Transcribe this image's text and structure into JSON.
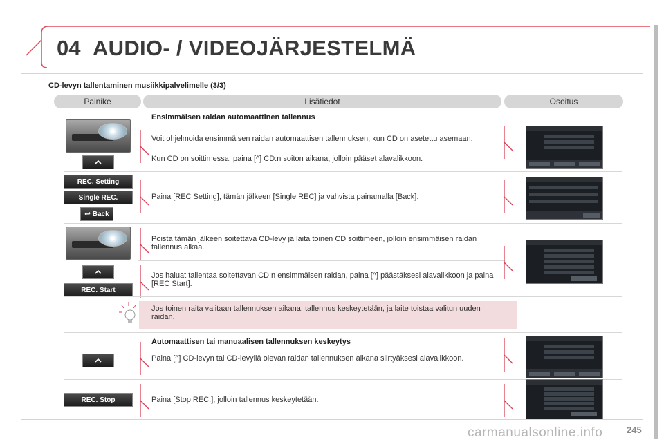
{
  "header": {
    "chapter_number": "04",
    "chapter_title": "AUDIO- / VIDEOJÄRJESTELMÄ",
    "subtitle": "CD-levyn tallentaminen musiikkipalvelimelle (3/3)"
  },
  "columns": {
    "col1": "Painike",
    "col2": "Lisätiedot",
    "col3": "Osoitus"
  },
  "rows": [
    {
      "section_title": "Ensimmäisen raidan automaattinen tallennus",
      "paragraphs": [
        "Voit ohjelmoida ensimmäisen raidan automaattisen tallennuksen, kun CD on asetettu asemaan.",
        "Kun CD on soittimessa, paina [^] CD:n soiton aikana, jolloin pääset alavalikkoon."
      ]
    },
    {
      "buttons": [
        "REC. Setting",
        "Single REC.",
        "Back"
      ],
      "paragraphs": [
        "Paina [REC Setting], tämän jälkeen [Single REC] ja vahvista painamalla [Back]."
      ]
    },
    {
      "paragraphs": [
        "Poista tämän jälkeen soitettava CD-levy ja laita toinen CD soittimeen, jolloin ensimmäisen raidan tallennus alkaa."
      ]
    },
    {
      "buttons": [
        "REC. Start"
      ],
      "paragraphs": [
        "Jos haluat tallentaa soitettavan CD:n ensimmäisen raidan, paina [^] päästäksesi alavalikkoon ja paina [REC Start]."
      ]
    },
    {
      "tip": "Jos toinen raita valitaan tallennuksen aikana, tallennus keskeytetään, ja laite toistaa valitun uuden raidan."
    },
    {
      "section_title": "Automaattisen tai manuaalisen tallennuksen keskeytys",
      "paragraphs": [
        "Paina [^] CD-levyn tai CD-levyllä olevan raidan tallennuksen aikana siirtyäksesi alavalikkoon."
      ]
    },
    {
      "buttons": [
        "REC. Stop"
      ],
      "paragraphs": [
        "Paina [Stop REC.], jolloin tallennus keskeytetään."
      ]
    }
  ],
  "page_number": "245",
  "watermark": "carmanualsonline.info",
  "colors": {
    "pill_bg": "#d6d6d6",
    "tip_bg": "#f3dcdd",
    "arrow": "#d9415a",
    "header_curve": "#e04b5a"
  }
}
